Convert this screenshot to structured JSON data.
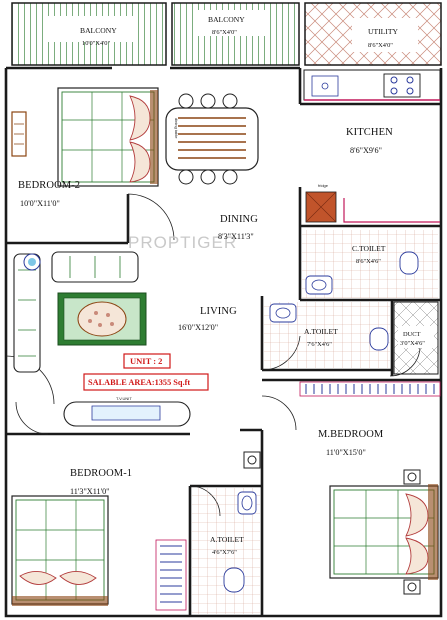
{
  "colors": {
    "wall": "#1a1a1a",
    "balcony_hatch": "#2e7d32",
    "tile_line": "#d4a79a",
    "fixture_line": "#2b3b9c",
    "accent_red": "#e02020",
    "accent_brown": "#8b4513",
    "counter_line": "#c2185b"
  },
  "rooms": {
    "balcony_1": {
      "name": "BALCONY",
      "dims": "10'0\"X4'0\""
    },
    "balcony_2": {
      "name": "BALCONY",
      "dims": "8'6\"X4'0\""
    },
    "utility": {
      "name": "UTILITY",
      "dims": "8'6\"X4'0\""
    },
    "kitchen": {
      "name": "KITCHEN",
      "dims": "8'6\"X9'6\""
    },
    "bedroom_2": {
      "name": "BEDROOM-2",
      "dims": "10'0\"X11'0\""
    },
    "dining": {
      "name": "DINING",
      "dims": "8'3\"X11'3\""
    },
    "c_toilet": {
      "name": "C.TOILET",
      "dims": "8'6\"X4'6\""
    },
    "living": {
      "name": "LIVING",
      "dims": "16'0\"X12'0\""
    },
    "a_toilet_1": {
      "name": "A.TOILET",
      "dims": "7'6\"X4'6\""
    },
    "duct": {
      "name": "DUCT",
      "dims": "3'0\"X4'6\""
    },
    "m_bedroom": {
      "name": "M.BEDROOM",
      "dims": "11'0\"X15'0\""
    },
    "bedroom_1": {
      "name": "BEDROOM-1",
      "dims": "11'3\"X11'0\""
    },
    "a_toilet_2": {
      "name": "A.TOILET",
      "dims": "4'6\"X7'6\""
    }
  },
  "unit_label": "UNIT : 2",
  "salable_area": "SALABLE AREA:1355 Sq.ft",
  "fixtures": {
    "dining_table": "dining table",
    "fridge": "fridge",
    "tv_unit": "T.V.UNIT"
  },
  "watermark": "PROPTIGER"
}
